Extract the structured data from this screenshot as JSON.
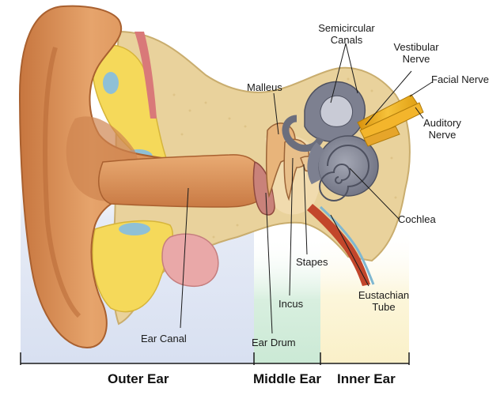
{
  "labels": {
    "semicircular_canals": [
      "Semicircular",
      "Canals"
    ],
    "vestibular_nerve": [
      "Vestibular",
      "Nerve"
    ],
    "facial_nerve": "Facial Nerve",
    "malleus": "Malleus",
    "auditory_nerve": [
      "Auditory",
      "Nerve"
    ],
    "cochlea": "Cochlea",
    "stapes": "Stapes",
    "eustachian_tube": [
      "Eustachian",
      "Tube"
    ],
    "incus": "Incus",
    "ear_canal": "Ear Canal",
    "ear_drum": "Ear Drum"
  },
  "sections": {
    "outer_ear": "Outer Ear",
    "middle_ear": "Middle Ear",
    "inner_ear": "Inner Ear"
  },
  "colors": {
    "outer_bg": "#dfe6f4",
    "middle_bg": "#d4eedd",
    "inner_bg": "#fbf4d4",
    "skin": "#e2a06a",
    "bone": "#e7cf98",
    "cartilage": "#f6dc5c",
    "cochlea": "#8a8d9a"
  }
}
